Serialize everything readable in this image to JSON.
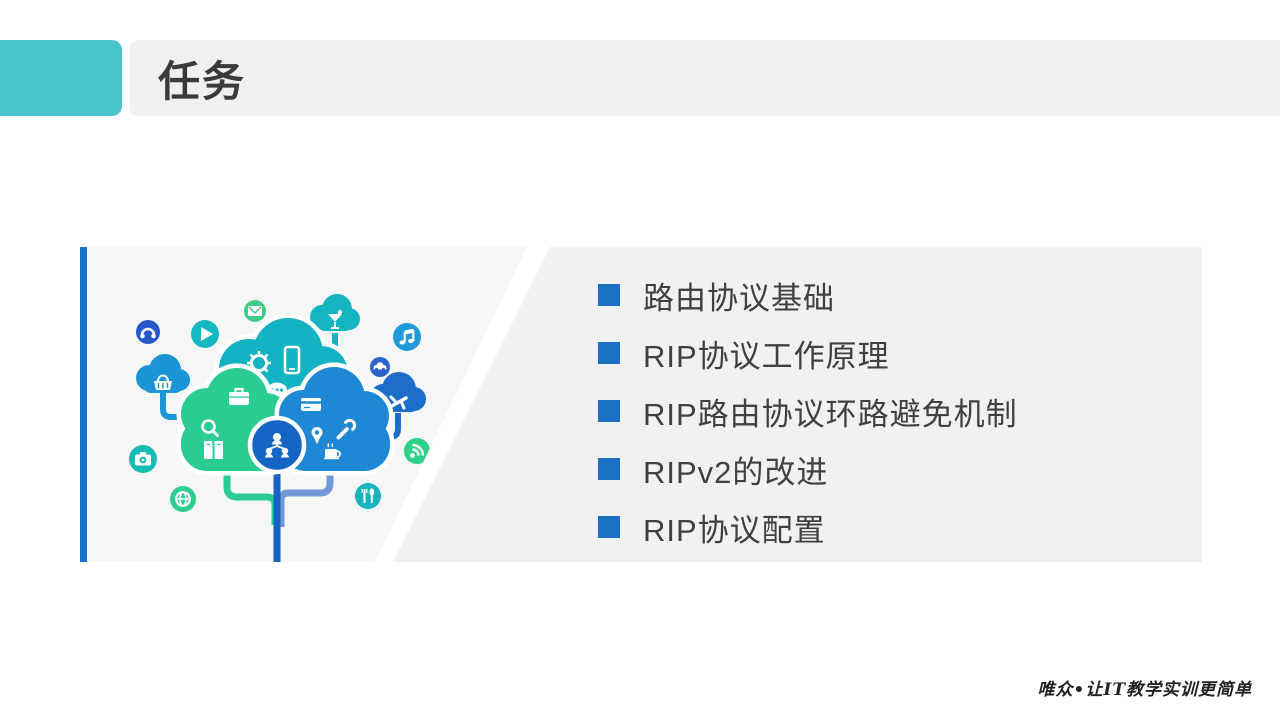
{
  "header": {
    "title": "任务"
  },
  "topics": {
    "bullet_color": "#1B6FC5",
    "items": [
      {
        "label": "路由协议基础"
      },
      {
        "label": "RIP协议工作原理"
      },
      {
        "label": "RIP路由协议环路避免机制"
      },
      {
        "label": "RIPv2的改进"
      },
      {
        "label": "RIP协议配置"
      }
    ]
  },
  "footer": {
    "tagline": "唯众•让IT教学实训更简单"
  },
  "colors": {
    "accent_teal": "#49C4CA",
    "accent_blue_bar": "#1472C8",
    "header_gray": "#F0F0F0",
    "panel_gray": "#F0F1F1",
    "title_text": "#3A3A3A",
    "body_text": "#404040",
    "cloud_teal": "#14B2C2",
    "cloud_green": "#2BCC92",
    "cloud_blue": "#1E88D4",
    "cloud_dark_blue": "#1563C2"
  },
  "illustration": {
    "name": "cloud-network-tree",
    "icons": [
      "headphones-icon",
      "play-icon",
      "mail-icon",
      "cocktail-icon",
      "music-note-icon",
      "shopping-basket-icon",
      "car-icon",
      "airplane-icon",
      "camera-icon",
      "wifi-icon",
      "globe-icon",
      "cutlery-icon",
      "gear-icon",
      "smartphone-icon",
      "chat-bubble-icon",
      "briefcase-icon",
      "magnifier-icon",
      "books-icon",
      "credit-card-icon",
      "map-pin-icon",
      "wrench-icon",
      "coffee-cup-icon",
      "network-share-icon"
    ]
  }
}
